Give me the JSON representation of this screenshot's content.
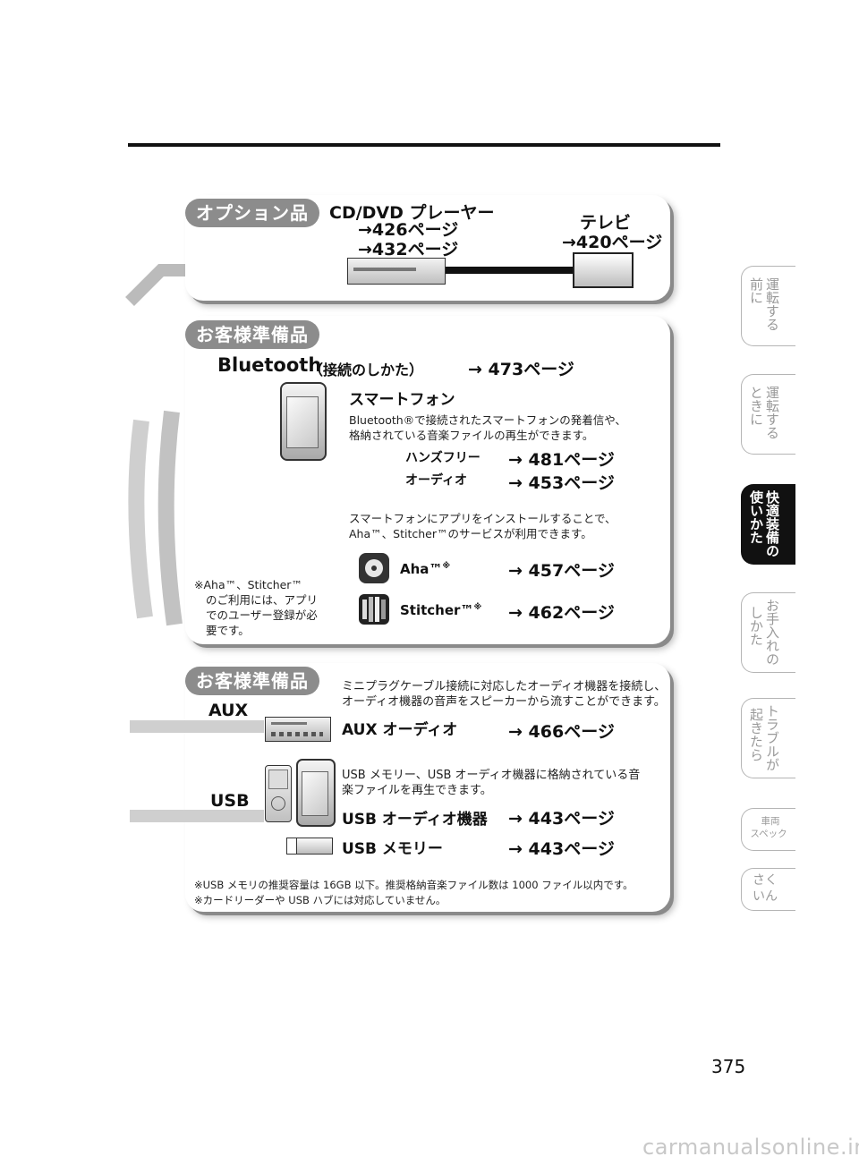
{
  "options_section": {
    "pill": "オプション品",
    "cd_dvd_title": "CD/DVD プレーヤー",
    "cd_dvd_ref1": "→426ページ",
    "cd_dvd_ref2": "→432ページ",
    "tv_title": "テレビ",
    "tv_ref": "→420ページ"
  },
  "bluetooth_section": {
    "pill": "お客様準備品",
    "title": "Bluetooth",
    "title_sub": "（接続のしかた）",
    "title_ref": "→ 473ページ",
    "smartphone_title": "スマートフォン",
    "desc1_line1": "Bluetooth®で接続されたスマートフォンの発着信や、",
    "desc1_line2": "格納されている音楽ファイルの再生ができます。",
    "handsfree_label": "ハンズフリー",
    "handsfree_ref": "→ 481ページ",
    "audio_label": "オーディオ",
    "audio_ref": "→ 453ページ",
    "desc2_line1": "スマートフォンにアプリをインストールすることで、",
    "desc2_line2": "Aha™、Stitcher™のサービスが利用できます。",
    "aha_label": "Aha™",
    "aha_ref": "→ 457ページ",
    "stitcher_label": "Stitcher™",
    "stitcher_ref": "→ 462ページ",
    "note_mark": "※",
    "note_line1": "※Aha™、Stitcher™",
    "note_line2": "のご利用には、アプリ",
    "note_line3": "でのユーザー登録が必",
    "note_line4": "要です。"
  },
  "aux_usb_section": {
    "pill": "お客様準備品",
    "desc_line1": "ミニプラグケーブル接続に対応したオーディオ機器を接続し、",
    "desc_line2": "オーディオ機器の音声をスピーカーから流すことができます。",
    "aux_label": "AUX",
    "aux_audio_title": "AUX オーディオ",
    "aux_audio_ref": "→ 466ページ",
    "usb_desc_line1": "USB メモリー、USB オーディオ機器に格納されている音",
    "usb_desc_line2": "楽ファイルを再生できます。",
    "usb_label": "USB",
    "usb_audio_title": "USB オーディオ機器",
    "usb_audio_ref": "→ 443ページ",
    "usb_memory_title": "USB メモリー",
    "usb_memory_ref": "→ 443ページ",
    "footnote1": "※USB メモリの推奨容量は 16GB 以下。推奨格納音楽ファイル数は 1000 ファイル以内です。",
    "footnote2": "※カードリーダーや USB ハブには対応していません。"
  },
  "side_tabs": [
    {
      "col1": "運転する",
      "col2": "前に",
      "active": false
    },
    {
      "col1": "運転する",
      "col2": "ときに",
      "active": false
    },
    {
      "col1": "快適装備の",
      "col2": "使いかた",
      "active": true
    },
    {
      "col1": "お手入れの",
      "col2": "しかた",
      "active": false
    },
    {
      "col1": "トラブルが",
      "col2": "起きたら",
      "active": false
    },
    {
      "col1": "車両",
      "col2": "スペック",
      "active": false
    },
    {
      "col1": "さく",
      "col2": "いん",
      "active": false
    }
  ],
  "page_number": "375",
  "watermark": "carmanualsonline.info"
}
